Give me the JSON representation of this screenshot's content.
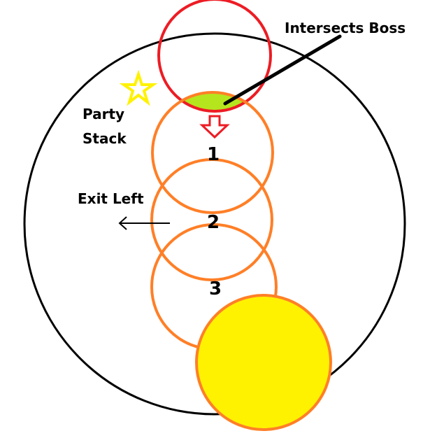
{
  "labels": {
    "intersects_boss": "Intersects Boss",
    "party": "Party",
    "stack": "Stack",
    "exit_left": "Exit Left"
  },
  "positions": [
    "1",
    "2",
    "3"
  ],
  "colors": {
    "arena": "#000000",
    "boss": "#ed1c24",
    "orange": "#ff7f27",
    "intersection": "#b5e61d",
    "yellow": "#fff200",
    "star": "#fff200"
  }
}
